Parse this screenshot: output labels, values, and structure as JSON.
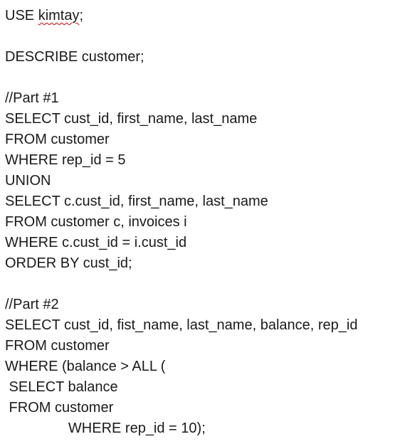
{
  "lines": [
    "USE ",
    "kimtay",
    ";",
    "",
    "DESCRIBE customer;",
    "",
    "//Part #1",
    "SELECT cust_id, first_name, last_name",
    "FROM customer",
    "WHERE rep_id = 5",
    "UNION",
    "SELECT c.cust_id, first_name, last_name",
    "FROM customer c, invoices i",
    "WHERE c.cust_id = i.cust_id",
    "ORDER BY cust_id;",
    "",
    "//Part #2",
    "SELECT cust_id, fist_name, last_name, balance, rep_id",
    "FROM customer",
    "WHERE (balance > ALL (",
    " SELECT balance",
    " FROM customer",
    "                WHERE rep_id = 10);"
  ],
  "spellcheck_color": "#d40000"
}
